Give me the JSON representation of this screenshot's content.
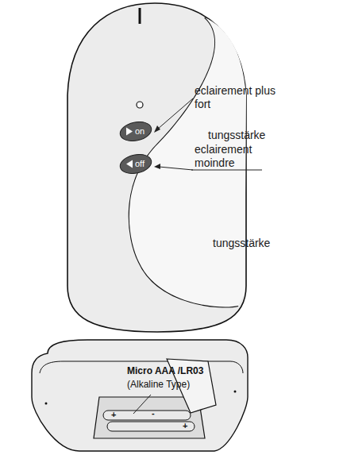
{
  "diagram": {
    "nodes": [
      {
        "text": [
          "on"
        ]
      },
      {
        "text": [
          "off"
        ]
      }
    ],
    "labels": [
      "eclairement plus fort",
      "tungsstärke",
      "eclairement moindre",
      "tungsstärke",
      "Micro AAA /LR03",
      "(Alkaline Type)",
      "+",
      "-",
      "+"
    ]
  }
}
